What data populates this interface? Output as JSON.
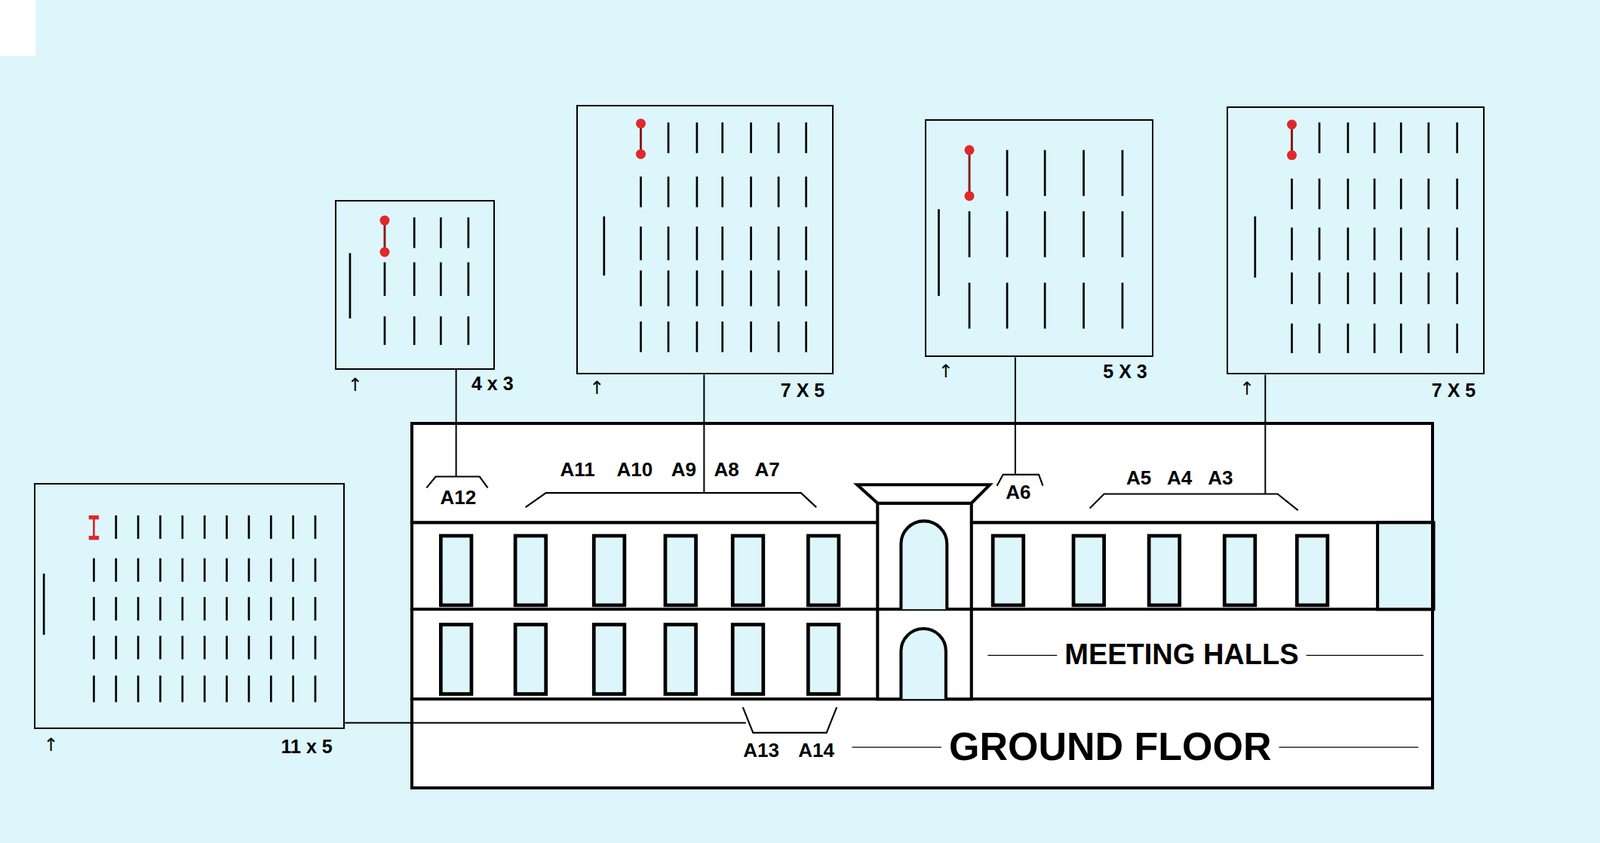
{
  "diagram": {
    "nodes": [
      {
        "text": [
          "4 x 3"
        ]
      },
      {
        "text": [
          "7 X 5"
        ]
      },
      {
        "text": [
          "5 X 3"
        ]
      },
      {
        "text": [
          "7 X 5"
        ]
      },
      {
        "text": [
          "11 x 5"
        ]
      },
      {
        "text": [
          "MEETING HALLS",
          "GROUND FLOOR"
        ]
      }
    ],
    "edges": [
      {
        "from": 0,
        "to": 5,
        "arrow": "none"
      },
      {
        "from": 1,
        "to": 5,
        "arrow": "none"
      },
      {
        "from": 2,
        "to": 5,
        "arrow": "none"
      },
      {
        "from": 3,
        "to": 5,
        "arrow": "none"
      },
      {
        "from": 4,
        "to": 5,
        "arrow": "none"
      }
    ],
    "labels": [
      "↑",
      "↑",
      "↑",
      "↑",
      "↑",
      "A12",
      "A11",
      "A10",
      "A9",
      "A8",
      "A7",
      "A6",
      "A5",
      "A4",
      "A3",
      "A13",
      "A14"
    ]
  }
}
